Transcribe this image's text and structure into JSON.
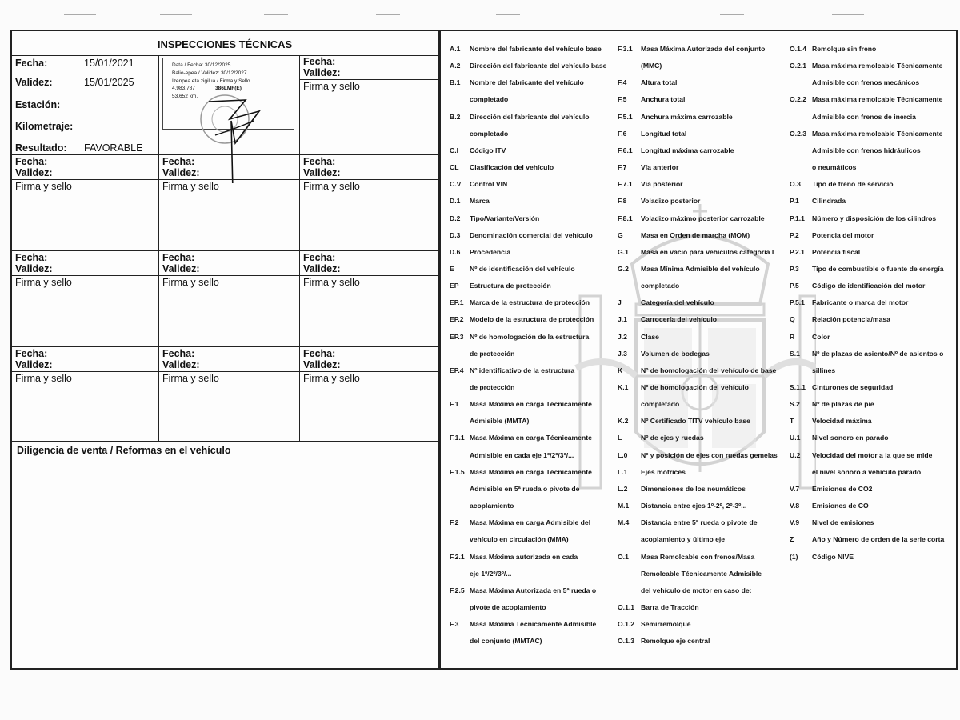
{
  "inspections": {
    "title": "INSPECCIONES TÉCNICAS",
    "first": {
      "fecha_label": "Fecha:",
      "fecha_value": "15/01/2021",
      "validez_label": "Validez:",
      "validez_value": "15/01/2025",
      "estacion_label": "Estación:",
      "kilometraje_label": "Kilometraje:",
      "resultado_label": "Resultado:",
      "resultado_value": "FAVORABLE"
    },
    "stamp": {
      "line1": "Data / Fecha: 30/12/2025",
      "line2": "Balio-epea / Validez: 30/12/2027",
      "line3": "Izenpea eta zigilua / Firma y Sello",
      "line4a": "4.983.787",
      "line4b": "386LMF(E)",
      "line5": "53.652 km."
    },
    "fecha_label": "Fecha:",
    "validez_label": "Validez:",
    "firma_label": "Firma y sello",
    "diligencia_label": "Diligencia de venta / Reformas en el vehículo"
  },
  "legend": {
    "columns": [
      [
        {
          "code": "A.1",
          "lines": [
            "Nombre del fabricante del vehículo base"
          ]
        },
        {
          "code": "A.2",
          "lines": [
            "Dirección del fabricante del vehículo base"
          ]
        },
        {
          "code": "B.1",
          "lines": [
            "Nombre del fabricante del vehículo",
            "completado"
          ]
        },
        {
          "code": "B.2",
          "lines": [
            "Dirección del fabricante del vehículo",
            "completado"
          ]
        },
        {
          "code": "C.I",
          "lines": [
            "Código ITV"
          ]
        },
        {
          "code": "CL",
          "lines": [
            "Clasificación del vehículo"
          ]
        },
        {
          "code": "C.V",
          "lines": [
            "Control VIN"
          ]
        },
        {
          "code": "D.1",
          "lines": [
            "Marca"
          ]
        },
        {
          "code": "D.2",
          "lines": [
            "Tipo/Variante/Versión"
          ]
        },
        {
          "code": "D.3",
          "lines": [
            "Denominación comercial del vehículo"
          ]
        },
        {
          "code": "D.6",
          "lines": [
            "Procedencia"
          ]
        },
        {
          "code": "E",
          "lines": [
            "Nº de identificación del vehículo"
          ]
        },
        {
          "code": "EP",
          "lines": [
            "Estructura de protección"
          ]
        },
        {
          "code": "EP.1",
          "lines": [
            "Marca de la estructura de protección"
          ]
        },
        {
          "code": "EP.2",
          "lines": [
            "Modelo de la estructura de protección"
          ]
        },
        {
          "code": "EP.3",
          "lines": [
            "Nº de homologación de la estructura",
            "de protección"
          ]
        },
        {
          "code": "EP.4",
          "lines": [
            "Nº identificativo de la estructura",
            "de protección"
          ]
        },
        {
          "code": "F.1",
          "lines": [
            "Masa Máxima en carga Técnicamente",
            "Admisible (MMTA)"
          ]
        },
        {
          "code": "F.1.1",
          "lines": [
            "Masa Máxima en carga Técnicamente",
            "Admisible en cada eje 1º/2º/3º/..."
          ]
        },
        {
          "code": "F.1.5",
          "lines": [
            "Masa Máxima en carga Técnicamente",
            "Admisible en 5ª rueda o pivote de",
            "acoplamiento"
          ]
        },
        {
          "code": "F.2",
          "lines": [
            "Masa Máxima en carga Admisible del",
            "vehículo en circulación (MMA)"
          ]
        },
        {
          "code": "F.2.1",
          "lines": [
            "Masa Máxima autorizada en cada",
            "eje 1º/2º/3º/..."
          ]
        },
        {
          "code": "F.2.5",
          "lines": [
            "Masa Máxima Autorizada en 5ª rueda o",
            "pivote de acoplamiento"
          ]
        },
        {
          "code": "F.3",
          "lines": [
            "Masa Máxima Técnicamente Admisible",
            "del conjunto (MMTAC)"
          ]
        }
      ],
      [
        {
          "code": "F.3.1",
          "lines": [
            "Masa Máxima Autorizada del conjunto",
            "(MMC)"
          ]
        },
        {
          "code": "F.4",
          "lines": [
            "Altura total"
          ]
        },
        {
          "code": "F.5",
          "lines": [
            "Anchura total"
          ]
        },
        {
          "code": "F.5.1",
          "lines": [
            "Anchura máxima carrozable"
          ]
        },
        {
          "code": "F.6",
          "lines": [
            "Longitud total"
          ]
        },
        {
          "code": "F.6.1",
          "lines": [
            "Longitud máxima carrozable"
          ]
        },
        {
          "code": "F.7",
          "lines": [
            "Vía anterior"
          ]
        },
        {
          "code": "F.7.1",
          "lines": [
            "Vía posterior"
          ]
        },
        {
          "code": "F.8",
          "lines": [
            "Voladizo posterior"
          ]
        },
        {
          "code": "F.8.1",
          "lines": [
            "Voladizo máximo posterior carrozable"
          ]
        },
        {
          "code": "G",
          "lines": [
            "Masa en Orden de marcha (MOM)"
          ]
        },
        {
          "code": "G.1",
          "lines": [
            "Masa en vacío para vehículos categoría L"
          ]
        },
        {
          "code": "G.2",
          "lines": [
            "Masa Mínima Admisible del vehículo",
            "completado"
          ]
        },
        {
          "code": "J",
          "lines": [
            "Categoría del vehículo"
          ]
        },
        {
          "code": "J.1",
          "lines": [
            "Carrocería del vehículo"
          ]
        },
        {
          "code": "J.2",
          "lines": [
            "Clase"
          ]
        },
        {
          "code": "J.3",
          "lines": [
            "Volumen de bodegas"
          ]
        },
        {
          "code": "K",
          "lines": [
            "Nº de homologación del vehículo de base"
          ]
        },
        {
          "code": "K.1",
          "lines": [
            "Nº de homologación del vehículo",
            "completado"
          ]
        },
        {
          "code": "K.2",
          "lines": [
            "Nº Certificado TITV vehículo base"
          ]
        },
        {
          "code": "L",
          "lines": [
            "Nº de ejes y ruedas"
          ]
        },
        {
          "code": "L.0",
          "lines": [
            "Nº y posición de ejes con ruedas gemelas"
          ]
        },
        {
          "code": "L.1",
          "lines": [
            "Ejes motrices"
          ]
        },
        {
          "code": "L.2",
          "lines": [
            "Dimensiones de los neumáticos"
          ]
        },
        {
          "code": "M.1",
          "lines": [
            "Distancia entre ejes 1º-2º, 2º-3º..."
          ]
        },
        {
          "code": "M.4",
          "lines": [
            "Distancia entre 5ª rueda o pivote de",
            "acoplamiento y último eje"
          ]
        },
        {
          "code": "O.1",
          "lines": [
            "Masa Remolcable con frenos/Masa",
            "Remolcable Técnicamente Admisible",
            "del vehículo de motor en caso de:"
          ]
        },
        {
          "code": "O.1.1",
          "lines": [
            "Barra de Tracción"
          ]
        },
        {
          "code": "O.1.2",
          "lines": [
            "Semirremolque"
          ]
        },
        {
          "code": "O.1.3",
          "lines": [
            "Remolque eje central"
          ]
        }
      ],
      [
        {
          "code": "O.1.4",
          "lines": [
            "Remolque sin freno"
          ]
        },
        {
          "code": "O.2.1",
          "lines": [
            "Masa máxima remolcable Técnicamente",
            "Admisible con frenos mecánicos"
          ]
        },
        {
          "code": "O.2.2",
          "lines": [
            "Masa máxima remolcable Técnicamente",
            "Admisible con frenos de inercia"
          ]
        },
        {
          "code": "O.2.3",
          "lines": [
            "Masa máxima remolcable Técnicamente",
            "Admisible con frenos hidráulicos",
            "o neumáticos"
          ]
        },
        {
          "code": "O.3",
          "lines": [
            "Tipo de freno de servicio"
          ]
        },
        {
          "code": "P.1",
          "lines": [
            "Cilindrada"
          ]
        },
        {
          "code": "P.1.1",
          "lines": [
            "Número y disposición de los cilindros"
          ]
        },
        {
          "code": "P.2",
          "lines": [
            "Potencia del motor"
          ]
        },
        {
          "code": "P.2.1",
          "lines": [
            "Potencia fiscal"
          ]
        },
        {
          "code": "P.3",
          "lines": [
            "Tipo de combustible o fuente de energía"
          ]
        },
        {
          "code": "P.5",
          "lines": [
            "Código de identificación del motor"
          ]
        },
        {
          "code": "P.5.1",
          "lines": [
            "Fabricante o marca del motor"
          ]
        },
        {
          "code": "Q",
          "lines": [
            "Relación potencia/masa"
          ]
        },
        {
          "code": "R",
          "lines": [
            "Color"
          ]
        },
        {
          "code": "S.1",
          "lines": [
            "Nº de plazas de asiento/Nº de asientos o",
            "sillines"
          ]
        },
        {
          "code": "S.1.1",
          "lines": [
            "Cinturones de seguridad"
          ]
        },
        {
          "code": "S.2",
          "lines": [
            "Nº de plazas de pie"
          ]
        },
        {
          "code": "T",
          "lines": [
            "Velocidad máxima"
          ]
        },
        {
          "code": "U.1",
          "lines": [
            "Nivel sonoro en parado"
          ]
        },
        {
          "code": "U.2",
          "lines": [
            "Velocidad del motor a la que se mide",
            "el nivel sonoro a vehículo parado"
          ]
        },
        {
          "code": "V.7",
          "lines": [
            "Emisiones de CO2"
          ]
        },
        {
          "code": "V.8",
          "lines": [
            "Emisiones de CO"
          ]
        },
        {
          "code": "V.9",
          "lines": [
            "Nivel de emisiones"
          ]
        },
        {
          "code": "Z",
          "lines": [
            "Año y Número de orden de la serie corta"
          ]
        },
        {
          "code": "(1)",
          "lines": [
            "Código NIVE"
          ]
        }
      ]
    ]
  }
}
